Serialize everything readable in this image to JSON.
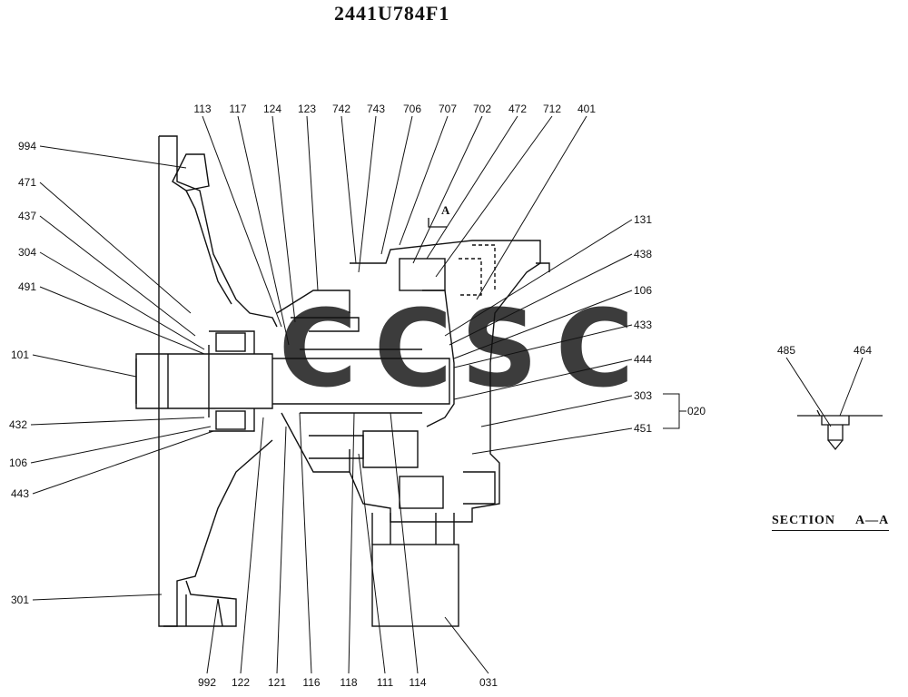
{
  "drawing": {
    "title": "2441U784F1",
    "section_label": "SECTION",
    "section_id": "A—A",
    "section_marker": "A"
  },
  "part_labels": {
    "top": [
      "113",
      "117",
      "124",
      "123",
      "742",
      "743",
      "706",
      "707",
      "702",
      "472",
      "712",
      "401"
    ],
    "left": [
      "994",
      "471",
      "437",
      "304",
      "491",
      "101",
      "432",
      "106",
      "443",
      "301"
    ],
    "right": [
      "131",
      "438",
      "106",
      "433",
      "444",
      "303",
      "451"
    ],
    "group": "020",
    "bottom": [
      "992",
      "122",
      "121",
      "116",
      "118",
      "111",
      "114",
      "031"
    ],
    "section": [
      "485",
      "464"
    ]
  },
  "watermark": {
    "letters": [
      "C",
      "C",
      "S",
      "C"
    ],
    "colors": [
      "#3b82f6",
      "#f05a50",
      "#f6c945",
      "#22a06b"
    ]
  },
  "colors": {
    "line": "#111111"
  }
}
